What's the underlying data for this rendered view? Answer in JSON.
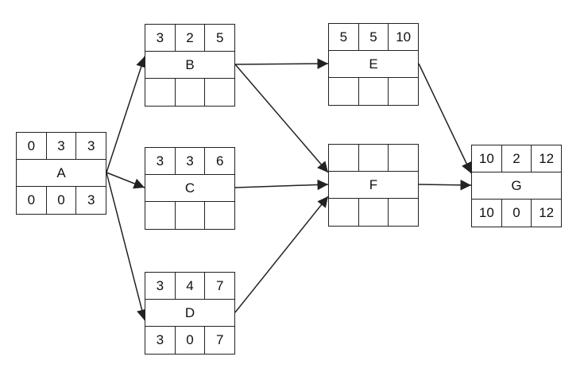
{
  "nodes": {
    "A": {
      "name": "A",
      "top": [
        "0",
        "3",
        "3"
      ],
      "bottom": [
        "0",
        "0",
        "3"
      ]
    },
    "B": {
      "name": "B",
      "top": [
        "3",
        "2",
        "5"
      ],
      "bottom": [
        "",
        "",
        ""
      ]
    },
    "C": {
      "name": "C",
      "top": [
        "3",
        "3",
        "6"
      ],
      "bottom": [
        "",
        "",
        ""
      ]
    },
    "D": {
      "name": "D",
      "top": [
        "3",
        "4",
        "7"
      ],
      "bottom": [
        "3",
        "0",
        "7"
      ]
    },
    "E": {
      "name": "E",
      "top": [
        "5",
        "5",
        "10"
      ],
      "bottom": [
        "",
        "",
        ""
      ]
    },
    "F": {
      "name": "F",
      "top": [
        "",
        "",
        ""
      ],
      "bottom": [
        "",
        "",
        ""
      ]
    },
    "G": {
      "name": "G",
      "top": [
        "10",
        "2",
        "12"
      ],
      "bottom": [
        "10",
        "0",
        "12"
      ]
    }
  },
  "edges": [
    [
      "A",
      "B"
    ],
    [
      "A",
      "C"
    ],
    [
      "A",
      "D"
    ],
    [
      "B",
      "E"
    ],
    [
      "B",
      "F"
    ],
    [
      "C",
      "F"
    ],
    [
      "D",
      "F"
    ],
    [
      "E",
      "G"
    ],
    [
      "F",
      "G"
    ]
  ],
  "colors": {
    "line": "#222222",
    "background": "#ffffff"
  }
}
